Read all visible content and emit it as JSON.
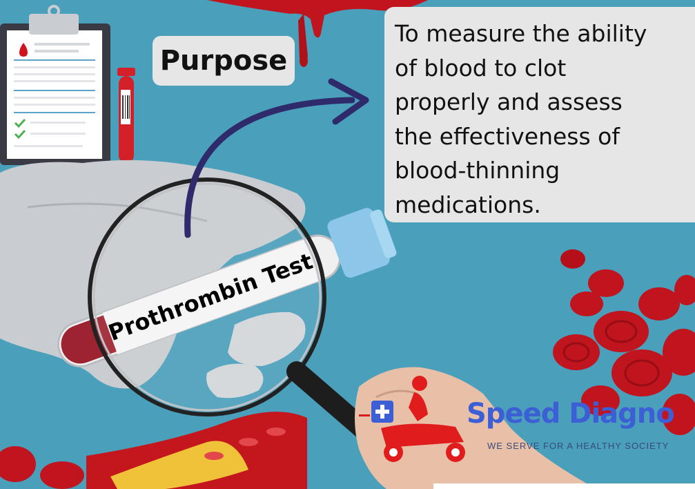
{
  "purpose_label": "Purpose",
  "description": "To measure the ability\nof blood to clot\nproperly and assess\nthe effectiveness of\nblood-thinning\nmedications.",
  "test_label": "Prothrombin Test",
  "brand": {
    "name": "Speed Diagno",
    "tagline": "WE SERVE FOR A HEALTHY SOCIETY",
    "color": "#3d5fd6"
  },
  "colors": {
    "background": "#4a9fbb",
    "blood": "#c0141e",
    "panel": "#e6e6e6",
    "arrow": "#2e2a6b"
  }
}
